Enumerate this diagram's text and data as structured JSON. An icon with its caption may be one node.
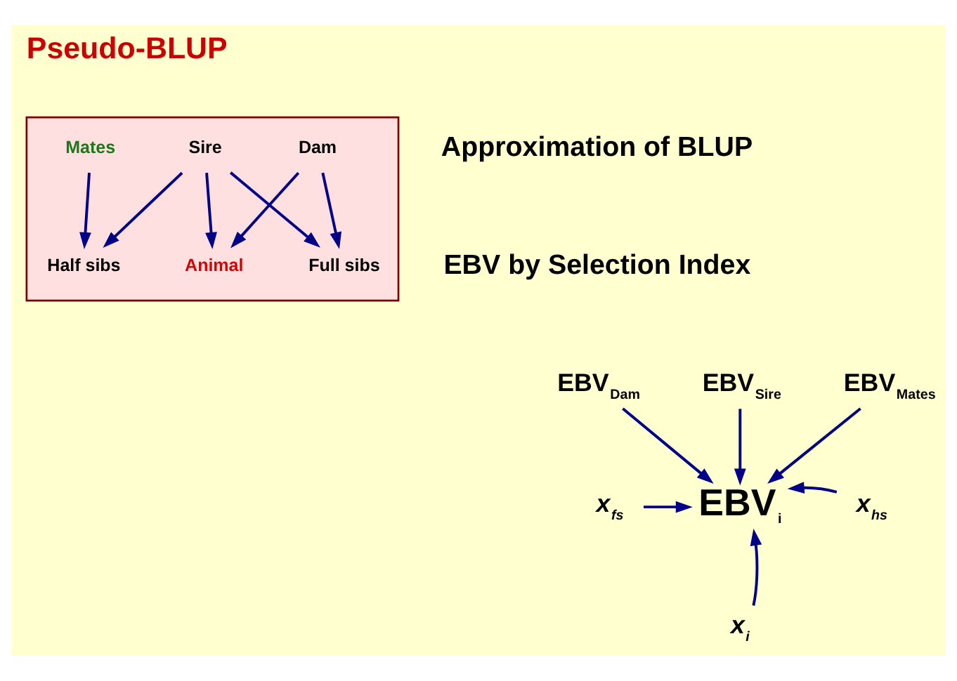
{
  "diagram": {
    "title": "Pseudo-BLUP",
    "nodes": [
      {
        "text": [],
        "shape": "box"
      },
      {
        "text": [
          "Sire"
        ],
        "in": 0
      },
      {
        "text": [
          "Mates"
        ],
        "in": 0
      },
      {
        "text": [
          "Dam"
        ],
        "in": 0
      },
      {
        "text": [
          "Half sibs"
        ],
        "in": 0
      },
      {
        "text": [
          "Animal"
        ],
        "in": 0
      },
      {
        "text": [
          "Full sibs"
        ],
        "in": 0
      },
      {
        "text": [
          "EBV$_{Dam}$"
        ]
      },
      {
        "text": [
          "EBV$_{Sire}$"
        ]
      },
      {
        "text": [
          "EBV$_{Mates}$"
        ]
      },
      {
        "text": [
          "x$_{fs}$"
        ]
      },
      {
        "text": [
          "EBV$_{i}$"
        ]
      },
      {
        "text": [
          "x$_{hs}$"
        ]
      },
      {
        "text": [
          "x$_{i}$"
        ]
      }
    ],
    "edges": [
      {
        "from": 1,
        "to": 4,
        "arrow": "to"
      },
      {
        "from": 1,
        "to": 5,
        "arrow": "to"
      },
      {
        "from": 1,
        "to": 6,
        "arrow": "to"
      },
      {
        "from": 2,
        "to": 4,
        "arrow": "to"
      },
      {
        "from": 3,
        "to": 5,
        "arrow": "to"
      },
      {
        "from": 3,
        "to": 6,
        "arrow": "to"
      },
      {
        "from": 7,
        "to": 11,
        "arrow": "to"
      },
      {
        "from": 8,
        "to": 11,
        "arrow": "to"
      },
      {
        "from": 9,
        "to": 11,
        "arrow": "to"
      },
      {
        "from": 10,
        "to": 11,
        "arrow": "to"
      },
      {
        "from": 12,
        "to": 11,
        "arrow": "to"
      },
      {
        "from": 13,
        "to": 11,
        "arrow": "to"
      }
    ],
    "labels": [
      "Approximation of BLUP",
      "EBV by Selection Index"
    ]
  }
}
